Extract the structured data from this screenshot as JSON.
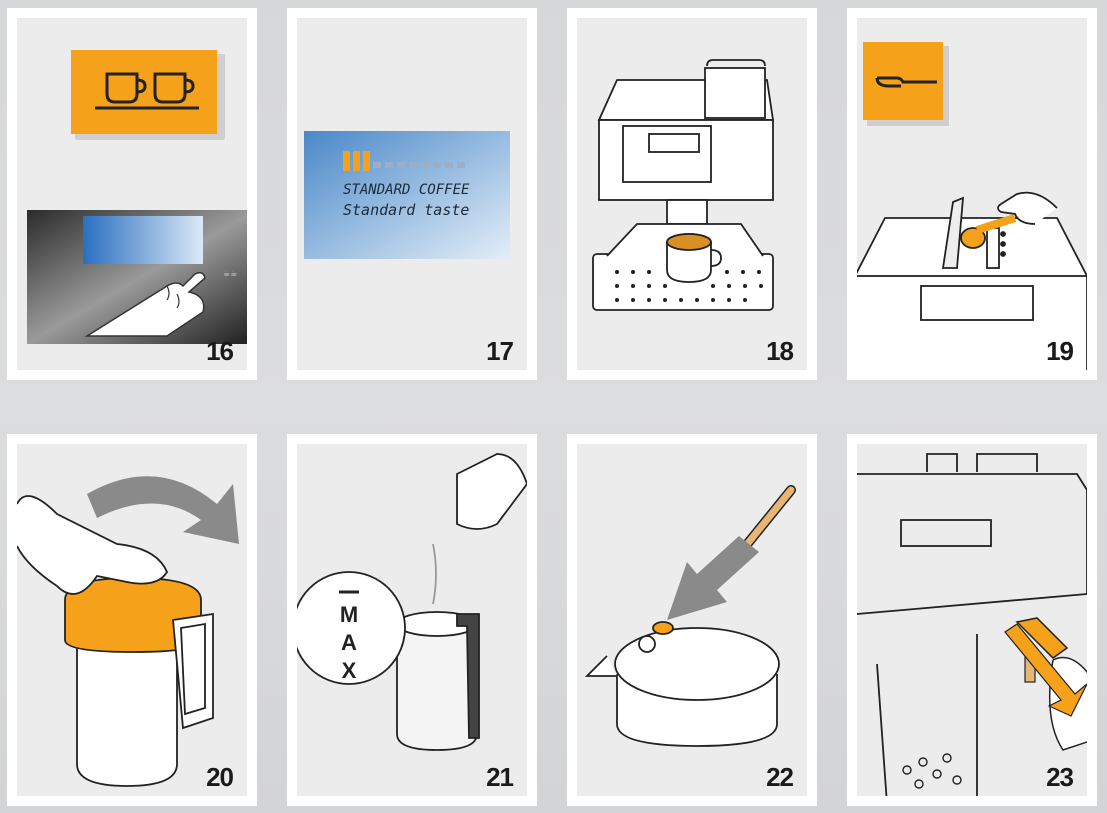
{
  "colors": {
    "accent_orange": "#f5a21a",
    "lcd_blue": "#4a7fc0",
    "arrow_grey": "#8a8a8a",
    "panel_bg": "#ececed"
  },
  "steps": [
    {
      "number": "16",
      "icon": "double-cup-icon"
    },
    {
      "number": "17",
      "display_line1": "STANDARD COFFEE",
      "display_line2": "Standard taste"
    },
    {
      "number": "18"
    },
    {
      "number": "19",
      "icon": "scoop-icon"
    },
    {
      "number": "20"
    },
    {
      "number": "21",
      "max_letters": [
        "M",
        "A",
        "X"
      ]
    },
    {
      "number": "22"
    },
    {
      "number": "23"
    }
  ]
}
